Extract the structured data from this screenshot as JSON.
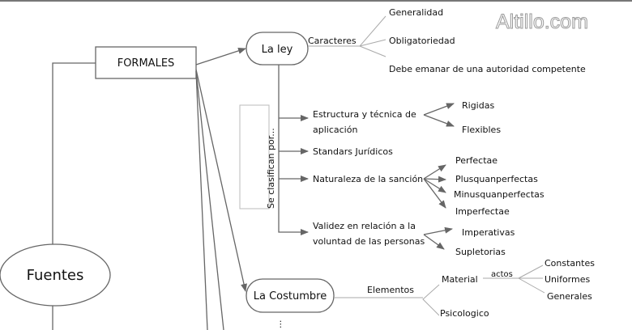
{
  "watermark": "Altillo.com",
  "root": "Fuentes",
  "formales": "FORMALES",
  "ley": {
    "label": "La ley",
    "caracteres": "Caracteres",
    "caracteres_items": [
      "Generalidad",
      "Obligatoriedad",
      "Debe emanar de una autoridad competente"
    ],
    "clasifican": "Se clasifican por...",
    "estructura": [
      "Estructura y técnica de",
      "aplicación"
    ],
    "estructura_items": [
      "Rigidas",
      "Flexibles"
    ],
    "standars": "Standars Jurídicos",
    "naturaleza": "Naturaleza de la sanción",
    "naturaleza_items": [
      "Perfectae",
      "Plusquanperfectas",
      "Minusquanperfectas",
      "Imperfectae"
    ],
    "validez": [
      "Validez en relación a la",
      "voluntad de las personas"
    ],
    "validez_items": [
      "Imperativas",
      "Supletorias"
    ]
  },
  "costumbre": {
    "label": "La Costumbre",
    "elementos": "Elementos",
    "material": "Material",
    "actos": "actos",
    "actos_items": [
      "Constantes",
      "Uniformes",
      "Generales"
    ],
    "psicologico": "Psicologico",
    "more": "..."
  }
}
